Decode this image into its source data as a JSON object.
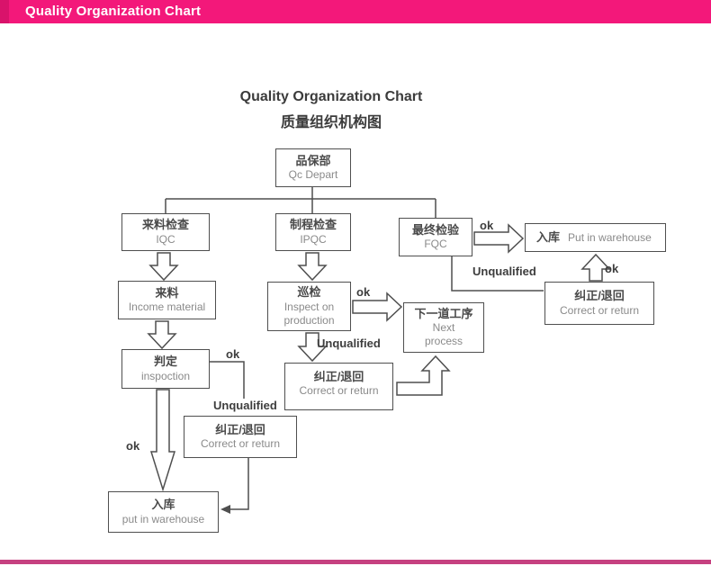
{
  "banner": {
    "title": "Quality Organization Chart"
  },
  "title": {
    "en": "Quality Organization Chart",
    "zh": "质量组织机构图"
  },
  "colors": {
    "banner_pink": "#f3187a",
    "banner_edge": "#d9136b",
    "bottom_bar": "#c64180",
    "line": "#4f4f4f",
    "zh_text": "#4a4a4a",
    "en_text": "#8a8a8a"
  },
  "nodes": [
    {
      "id": "qc-depart",
      "zh": "品保部",
      "en": "Qc  Depart"
    },
    {
      "id": "iqc",
      "zh": "来料检查",
      "en": "IQC"
    },
    {
      "id": "ipqc",
      "zh": "制程检查",
      "en": "IPQC"
    },
    {
      "id": "fqc",
      "zh": "最终检验",
      "en": "FQC"
    },
    {
      "id": "warehouse-right",
      "zh": "入库",
      "en": "Put in warehouse"
    },
    {
      "id": "income-material",
      "zh": "来料",
      "en": "Income material"
    },
    {
      "id": "patrol",
      "zh": "巡检",
      "en": "Inspect on production"
    },
    {
      "id": "next-process",
      "zh": "下一道工序",
      "en": "Next process"
    },
    {
      "id": "correct-center",
      "zh": "纠正/退回",
      "en": "Correct or return"
    },
    {
      "id": "correct-right",
      "zh": "纠正/退回",
      "en": "Correct or return"
    },
    {
      "id": "correct-left",
      "zh": "纠正/退回",
      "en": "Correct or return"
    },
    {
      "id": "inspoction",
      "zh": "判定",
      "en": "inspoction"
    },
    {
      "id": "warehouse-left",
      "zh": "入库",
      "en": "put in warehouse"
    }
  ],
  "edge_labels": {
    "ok": "ok",
    "unqualified": "Unqualified"
  },
  "edges": [
    {
      "from": "qc-depart",
      "to": "iqc"
    },
    {
      "from": "qc-depart",
      "to": "ipqc"
    },
    {
      "from": "qc-depart",
      "to": "fqc"
    },
    {
      "from": "iqc",
      "to": "income-material"
    },
    {
      "from": "income-material",
      "to": "inspoction"
    },
    {
      "from": "inspoction",
      "to": "warehouse-left",
      "label": "ok"
    },
    {
      "from": "inspoction",
      "to": "correct-left",
      "labels": [
        "ok",
        "Unqualified"
      ]
    },
    {
      "from": "correct-left",
      "to": "warehouse-left"
    },
    {
      "from": "ipqc",
      "to": "patrol"
    },
    {
      "from": "patrol",
      "to": "next-process",
      "label": "ok"
    },
    {
      "from": "patrol",
      "to": "correct-center",
      "label": "Unqualified"
    },
    {
      "from": "correct-center",
      "to": "next-process"
    },
    {
      "from": "fqc",
      "to": "warehouse-right",
      "label": "ok"
    },
    {
      "from": "fqc",
      "to": "correct-right",
      "label": "Unqualified"
    },
    {
      "from": "correct-right",
      "to": "warehouse-right",
      "label": "ok"
    }
  ]
}
